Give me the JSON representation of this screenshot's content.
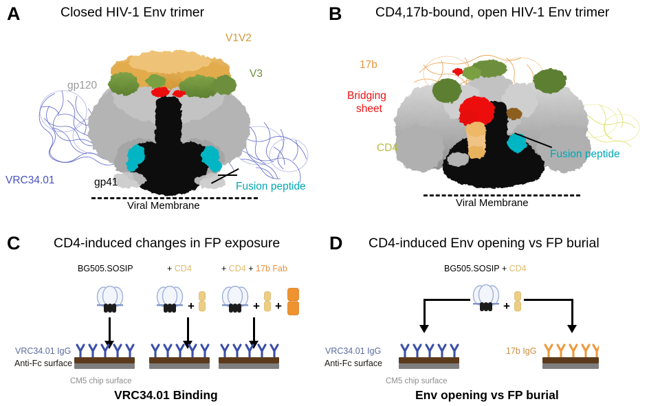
{
  "figure": {
    "panels": [
      "A",
      "B",
      "C",
      "D"
    ]
  },
  "colors": {
    "v1v2": "#d79f3f",
    "v3": "#6d8f3c",
    "gp120": "#9a9a9a",
    "gp41": "#111111",
    "bridging_sheet": "#ee1111",
    "fusion_peptide": "#00b6c4",
    "vrc34": "#5a63c8",
    "cd4": "#b9bb45",
    "cd4_light": "#e9c97c",
    "ab17b": "#e8963c",
    "igg_blue": "#3a4fa8",
    "chip_brown": "#5b3a1c",
    "chip_grey": "#7e7e7e",
    "cm5_grey": "#8d8d8d",
    "membrane": "#111111"
  },
  "panelA": {
    "letter": "A",
    "title": "Closed HIV-1 Env trimer",
    "labels": {
      "v1v2": "V1V2",
      "v3": "V3",
      "gp120": "gp120",
      "gp41": "gp41",
      "vrc34": "VRC34.01",
      "fusion_peptide": "Fusion peptide",
      "membrane": "Viral Membrane"
    }
  },
  "panelB": {
    "letter": "B",
    "title": "CD4,17b-bound, open HIV-1 Env trimer",
    "labels": {
      "ab17b": "17b",
      "bridging_sheet_line1": "Bridging",
      "bridging_sheet_line2": "sheet",
      "cd4": "CD4",
      "fusion_peptide": "Fusion peptide",
      "membrane": "Viral Membrane"
    }
  },
  "panelC": {
    "letter": "C",
    "title": "CD4-induced changes in FP exposure",
    "bottom_title": "VRC34.01 Binding",
    "conditions": [
      {
        "sosip": "BG505.SOSIP",
        "plus_cd4": "",
        "plus_fab": ""
      },
      {
        "sosip": "",
        "plus_cd4_prefix": "+ ",
        "plus_cd4": "CD4",
        "plus_fab": ""
      },
      {
        "sosip": "",
        "plus_cd4_prefix": "+ ",
        "plus_cd4": "CD4",
        "plus_fab_prefix": " + ",
        "plus_fab": "17b Fab"
      }
    ],
    "surface_labels": {
      "igg": "VRC34.01 IgG",
      "antifc": "Anti-Fc surface",
      "cm5": "CM5 chip surface"
    }
  },
  "panelD": {
    "letter": "D",
    "title": "CD4-induced Env opening vs FP burial",
    "bottom_title": "Env opening vs FP burial",
    "sample": {
      "sosip": "BG505.SOSIP",
      "plus": " + ",
      "cd4": "CD4"
    },
    "surface_labels": {
      "igg_left": "VRC34.01 IgG",
      "antifc": "Anti-Fc surface",
      "cm5": "CM5 chip surface",
      "igg_right": "17b IgG"
    }
  }
}
